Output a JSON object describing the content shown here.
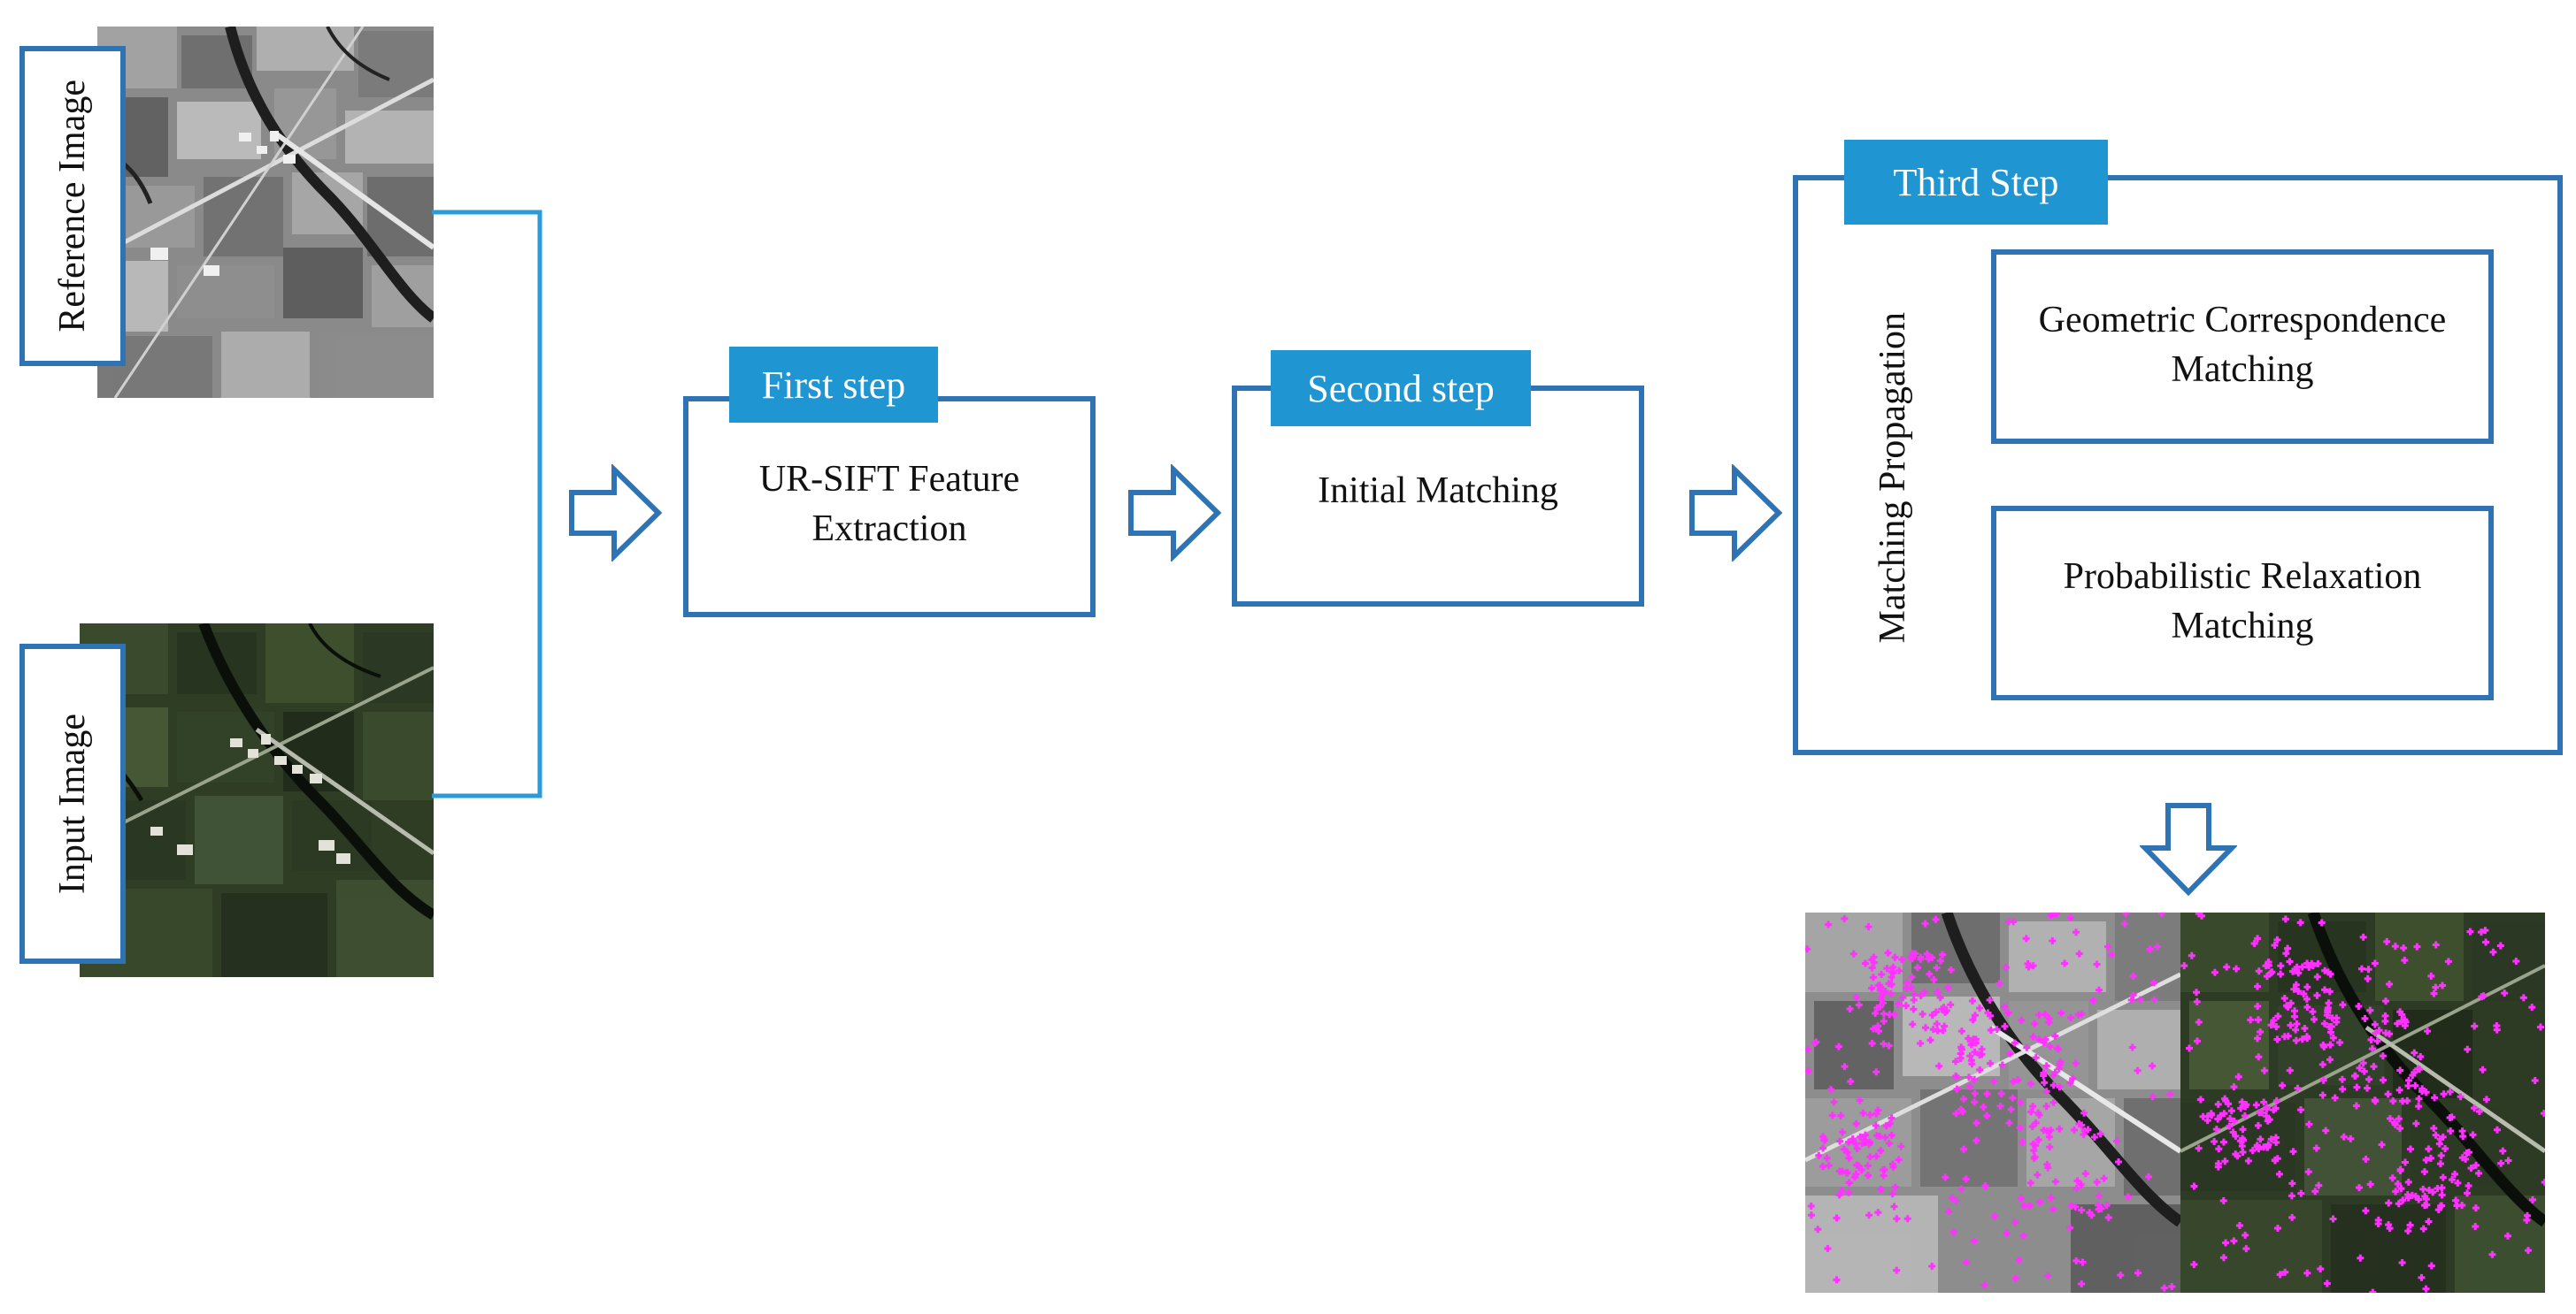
{
  "inputs": {
    "reference_label": "Reference Image",
    "input_label": "Input Image"
  },
  "steps": [
    {
      "tag": "First step",
      "lines": [
        "UR-SIFT Feature",
        "Extraction"
      ]
    },
    {
      "tag": "Second step",
      "lines": [
        "Initial Matching"
      ]
    }
  ],
  "third_step": {
    "tag": "Third Step",
    "side_label": "Matching Propagation",
    "sub_boxes": [
      {
        "lines": [
          "Geometric Correspondence",
          "Matching"
        ]
      },
      {
        "lines": [
          "Probabilistic Relaxation",
          "Matching"
        ]
      }
    ]
  },
  "colors": {
    "box_border": "#2e74b5",
    "tag_fill": "#1f95d1",
    "connector": "#2a9ad8",
    "match_points": "#ff33ff"
  }
}
